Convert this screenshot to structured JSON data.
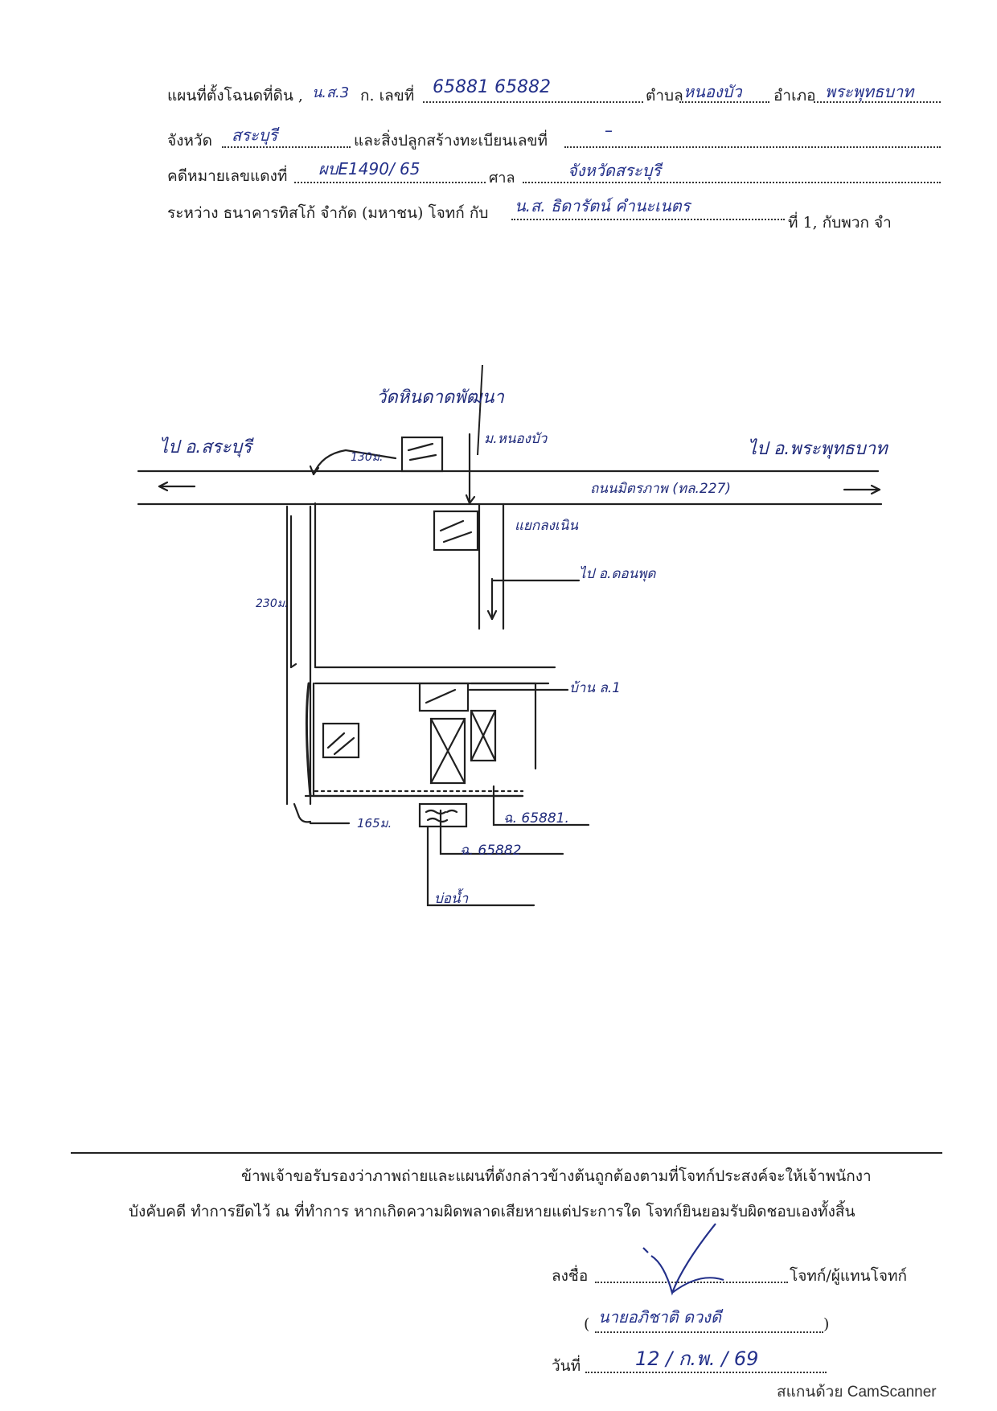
{
  "header": {
    "line1": {
      "prefix": "แผนที่ตั้งโฉนดที่ดิน ,",
      "deed_type_hand": "น.ส.3",
      "deed_type_suffix": "ก. เลขที่",
      "number_hand": "65881  65882",
      "subdistrict_label": "ตำบล",
      "subdistrict_hand": "หนองบัว",
      "district_label": "อำเภอ",
      "district_hand": "พระพุทธบาท"
    },
    "line2": {
      "province_label": "จังหวัด",
      "province_hand": "สระบุรี",
      "building_label": "และสิ่งปลูกสร้างทะเบียนเลขที่",
      "building_hand": "–"
    },
    "line3": {
      "case_label": "คดีหมายเลขแดงที่",
      "case_hand": "ผบE1490/ 65",
      "court_label": "ศาล",
      "court_hand": "จังหวัดสระบุรี"
    },
    "line4": {
      "between_label": "ระหว่าง ธนาคารทิสโก้ จำกัด (มหาชน) โจทก์ กับ",
      "defendant_hand": "น.ส. ธิดารัตน์  คำนะเนตร",
      "suffix": "ที่ 1, กับพวก   จำ"
    }
  },
  "map": {
    "labels": {
      "temple": "วัดหินดาดพัฒนา",
      "to_left": "ไป อ.สระบุรี",
      "to_right": "ไป อ.พระพุทธบาท",
      "village": "ม.หนองบัว",
      "dist_130": "130ม.",
      "road": "ถนนมิตรภาพ (ทล.227)",
      "junction": "แยกลงเนิน",
      "to_south": "ไป อ.ดอนพุด",
      "dist_230": "230ม.",
      "house": "บ้าน ล.1",
      "dist_165": "165ม.",
      "deed_1": "ฉ. 65881.",
      "deed_2": "ฉ. 65882",
      "water": "บ่อน้ำ"
    }
  },
  "footer": {
    "cert_line1": "ข้าพเจ้าขอรับรองว่าภาพถ่ายและแผนที่ดังกล่าวข้างต้นถูกต้องตามที่โจทก์ประสงค์จะให้เจ้าพนักงา",
    "cert_line2": "บังคับคดี ทำการยึดไว้ ณ ที่ทำการ หากเกิดความผิดพลาดเสียหายแต่ประการใด โจทก์ยินยอมรับผิดชอบเองทั้งสิ้น",
    "sign_label": "ลงชื่อ",
    "sign_role": "โจทก์/ผู้แทนโจทก์",
    "name_open": "(",
    "name_hand": "นายอภิชาติ  ดวงดี",
    "name_close": ")",
    "date_label": "วันที่",
    "date_hand": "12 / ก.พ. / 69",
    "scanner": "สแกนด้วย CamScanner"
  }
}
